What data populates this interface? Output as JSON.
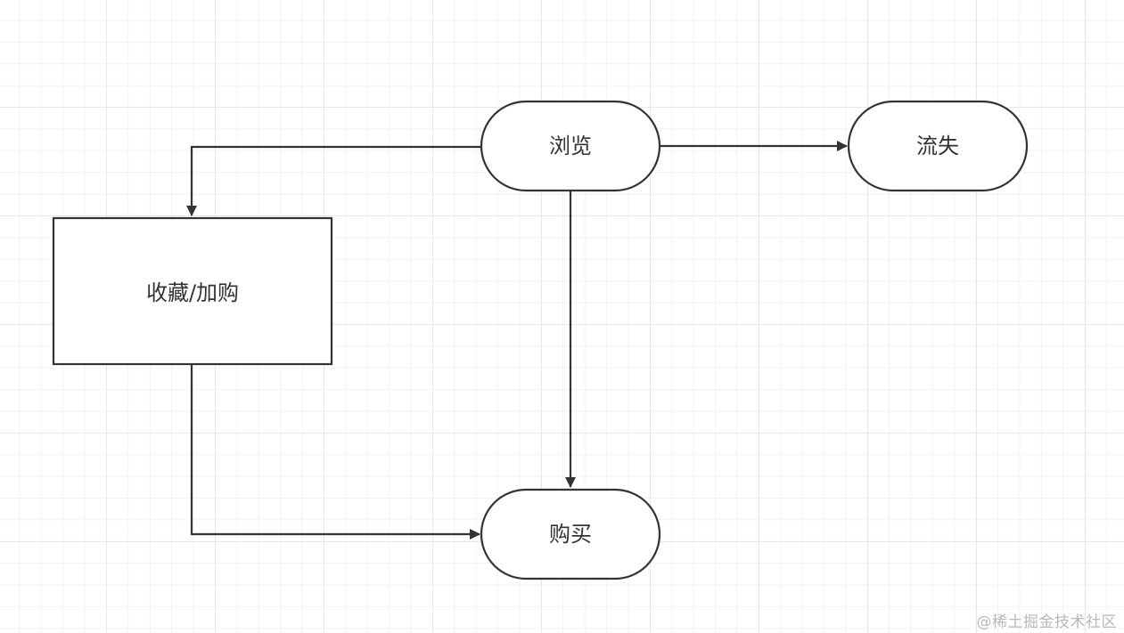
{
  "nodes": {
    "browse": {
      "label": "浏览",
      "shape": "terminator"
    },
    "churn": {
      "label": "流失",
      "shape": "terminator"
    },
    "favorite_cart": {
      "label": "收藏/加购",
      "shape": "rectangle"
    },
    "purchase": {
      "label": "购买",
      "shape": "terminator"
    }
  },
  "edges": [
    {
      "from": "browse",
      "to": "favorite_cart"
    },
    {
      "from": "browse",
      "to": "churn"
    },
    {
      "from": "browse",
      "to": "purchase"
    },
    {
      "from": "favorite_cart",
      "to": "purchase"
    }
  ],
  "watermark": "@稀土掘金技术社区",
  "colors": {
    "stroke": "#333333",
    "grid": "#e8e8e8",
    "background": "#ffffff",
    "watermark": "#b8b8b8"
  }
}
